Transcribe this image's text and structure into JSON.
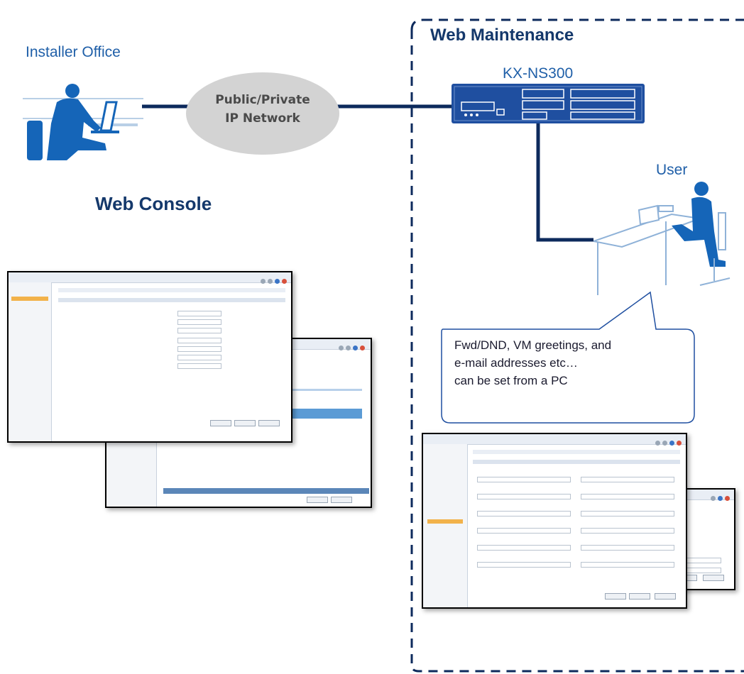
{
  "labels": {
    "installer_office": "Installer Office",
    "network_line1": "Public/Private",
    "network_line2": "IP Network",
    "web_console": "Web Console",
    "web_maintenance": "Web Maintenance",
    "device_model": "KX-NS300",
    "user": "User",
    "callout_line1": "Fwd/DND, VM greetings, and",
    "callout_line2": "e-mail addresses etc…",
    "callout_line3": "can be set from a PC"
  },
  "colors": {
    "connector": "#0d2a5c",
    "label_blue": "#1f5fa8",
    "title_navy": "#14386b",
    "device_blue": "#1f4fa0",
    "person_blue": "#1565b8",
    "cloud_gray": "#d3d3d3"
  },
  "icons": {
    "installer": "person-at-laptop-icon",
    "user": "person-at-desk-icon",
    "device": "pbx-unit-icon"
  }
}
